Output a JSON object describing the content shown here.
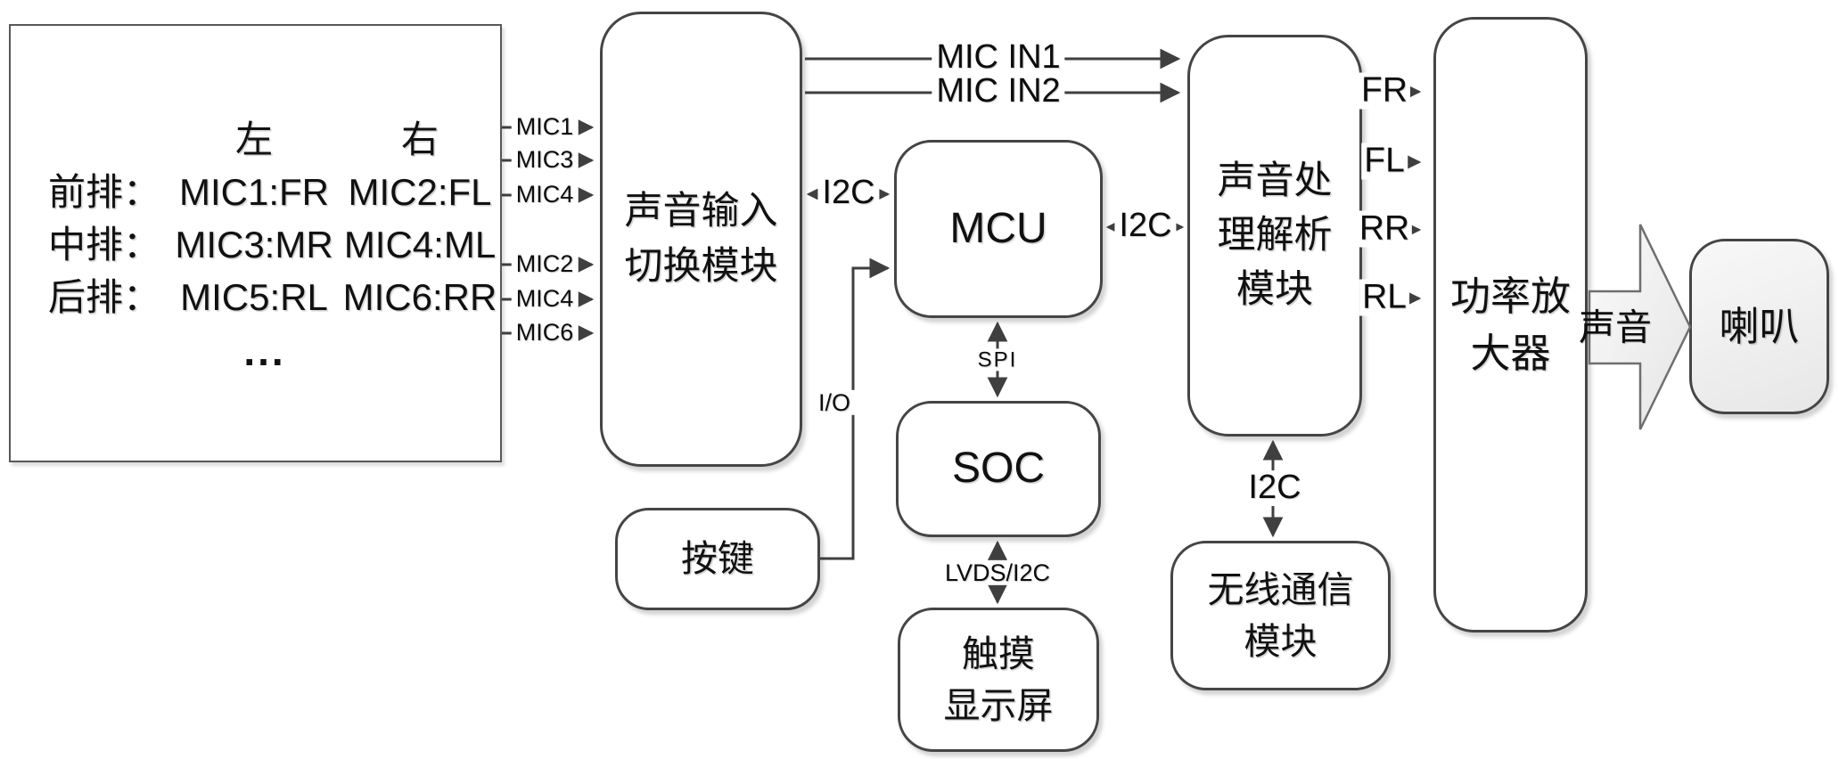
{
  "figure": {
    "mic_table": {
      "header_left": "左",
      "header_right": "右",
      "rows": [
        {
          "label": "前排：",
          "left": "MIC1:FR",
          "right": "MIC2:FL"
        },
        {
          "label": "中排：",
          "left": "MIC3:MR",
          "right": "MIC4:ML"
        },
        {
          "label": "后排：",
          "left": "MIC5:RL",
          "right": "MIC6:RR"
        }
      ],
      "ellipsis": "..."
    },
    "blocks": {
      "input_switch_line1": "声音输入",
      "input_switch_line2": "切换模块",
      "mcu": "MCU",
      "soc": "SOC",
      "touch_line1": "触摸",
      "touch_line2": "显示屏",
      "key_button": "按键",
      "audio_proc_line1": "声音处",
      "audio_proc_line2": "理解析",
      "audio_proc_line3": "模块",
      "wireless_line1": "无线通信",
      "wireless_line2": "模块",
      "amp_line1": "功率放",
      "amp_line2": "大器",
      "speaker": "喇叭"
    },
    "labels": {
      "mic_lines": [
        "MIC1",
        "MIC3",
        "MIC4",
        "MIC2",
        "MIC4",
        "MIC6"
      ],
      "mic_in_1": "MIC IN1",
      "mic_in_2": "MIC IN2",
      "i2c_left": "I2C",
      "i2c_right": "I2C",
      "i2c_down": "I2C",
      "spi": "SPI",
      "lvds": "LVDS/I2C",
      "io": "I/O",
      "fr": "FR",
      "fl": "FL",
      "rr": "RR",
      "rl": "RL",
      "sound": "声音"
    },
    "colors": {
      "stroke": "#3f3f3f",
      "text": "#111111",
      "box_fill": "#ffffff",
      "shade_light": "#fafafa",
      "shade_dark": "#e7e7e7"
    }
  }
}
